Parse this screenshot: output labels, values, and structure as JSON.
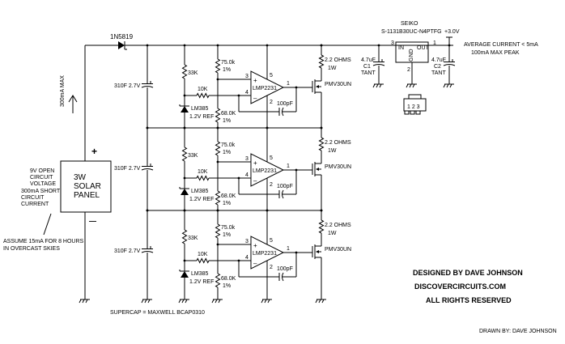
{
  "diode": {
    "label": "1N5819"
  },
  "panel": {
    "label_lines": [
      "3W",
      "SOLAR",
      "PANEL"
    ],
    "plus": "+",
    "minus": "—",
    "current_label": "300mA MAX",
    "notes": [
      "9V OPEN",
      "CIRCUIT",
      "VOLTAGE",
      "300mA SHORT",
      "CIRCUIT",
      "CURRENT"
    ],
    "assume": [
      "ASSUME 15mA FOR 8 HOURS",
      "IN OVERCAST SKIES"
    ]
  },
  "stages": [
    {
      "cap": "310F 2.7V",
      "r_top": "33K",
      "r_series": "10K",
      "ref": [
        "LM385",
        "1.2V REF"
      ],
      "r_div_top": [
        "75.0k",
        "1%"
      ],
      "r_div_bot": [
        "68.0K",
        "1%"
      ],
      "opamp": "LMP2231",
      "pins": [
        "3",
        "4",
        "5",
        "2",
        "1"
      ],
      "fb_cap": "100pF",
      "r_shunt": [
        "2.2 OHMS",
        "1W"
      ],
      "mosfet": "PMV30UN"
    },
    {
      "cap": "310F 2.7V",
      "r_top": "33K",
      "r_series": "10K",
      "ref": [
        "LM385",
        "1.2V REF"
      ],
      "r_div_top": [
        "75.0k",
        "1%"
      ],
      "r_div_bot": [
        "68.0K",
        "1%"
      ],
      "opamp": "LMP2231",
      "pins": [
        "3",
        "4",
        "5",
        "2",
        "1"
      ],
      "fb_cap": "100pF",
      "r_shunt": [
        "2.2 OHMS",
        "1W"
      ],
      "mosfet": "PMV30UN"
    },
    {
      "cap": "310F 2.7V",
      "r_top": "33K",
      "r_series": "10K",
      "ref": [
        "LM385",
        "1.2V REF"
      ],
      "r_div_top": [
        "75.0k",
        "1%"
      ],
      "r_div_bot": [
        "68.0K",
        "1%"
      ],
      "opamp": "LMP2231",
      "pins": [
        "3",
        "4",
        "5",
        "2",
        "1"
      ],
      "fb_cap": "100pF",
      "r_shunt": [
        "2.2 OHMS",
        "1W"
      ],
      "mosfet": "PMV30UN"
    }
  ],
  "regulator": {
    "brand": "SEIKO",
    "part": "S-1131B30UC-N4PTFG",
    "in": "IN",
    "out": "OUT",
    "gnd": "GND",
    "pin_in": "3",
    "pin_out": "1",
    "pin_gnd": "2",
    "output": "+3.0V",
    "c1": [
      "4.7uF",
      "C1",
      "TANT"
    ],
    "c2": [
      "4.7uF",
      "C2",
      "TANT"
    ],
    "package_pins": "1 2 3"
  },
  "notes": {
    "average": "AVERAGE CURRENT < 5mA",
    "peak": "100mA MAX PEAK",
    "supercap": "SUPERCAP = MAXWELL BCAP0310"
  },
  "credits": {
    "designed": "DESIGNED BY DAVE JOHNSON",
    "site": "DISCOVERCIRCUITS.COM",
    "rights": "ALL RIGHTS RESERVED",
    "drawn": "DRAWN BY:  DAVE JOHNSON"
  },
  "watermark": [
    "DiscoverCircuits.com",
    "ALL Rights Reserved"
  ]
}
